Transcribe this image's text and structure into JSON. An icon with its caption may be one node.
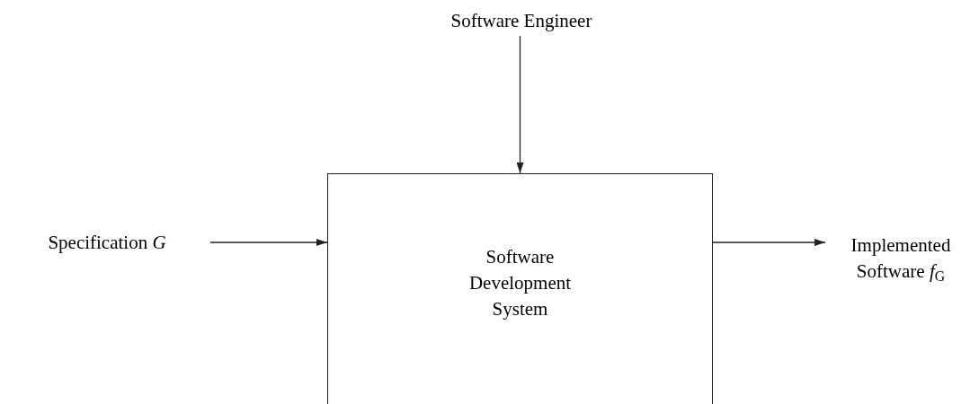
{
  "diagram": {
    "nodes": [
      {
        "text": [
          "Software Engineer"
        ]
      },
      {
        "text": [
          "Software Development System"
        ]
      },
      {
        "text": [
          "Specification *G*"
        ]
      },
      {
        "text": [
          "Implemented Software *f*$_{G}$"
        ]
      }
    ],
    "edges": [
      {
        "from": 0,
        "to": 1,
        "arrow": "to"
      },
      {
        "from": 2,
        "to": 1,
        "arrow": "to"
      },
      {
        "from": 1,
        "to": 3,
        "arrow": "to"
      }
    ]
  }
}
